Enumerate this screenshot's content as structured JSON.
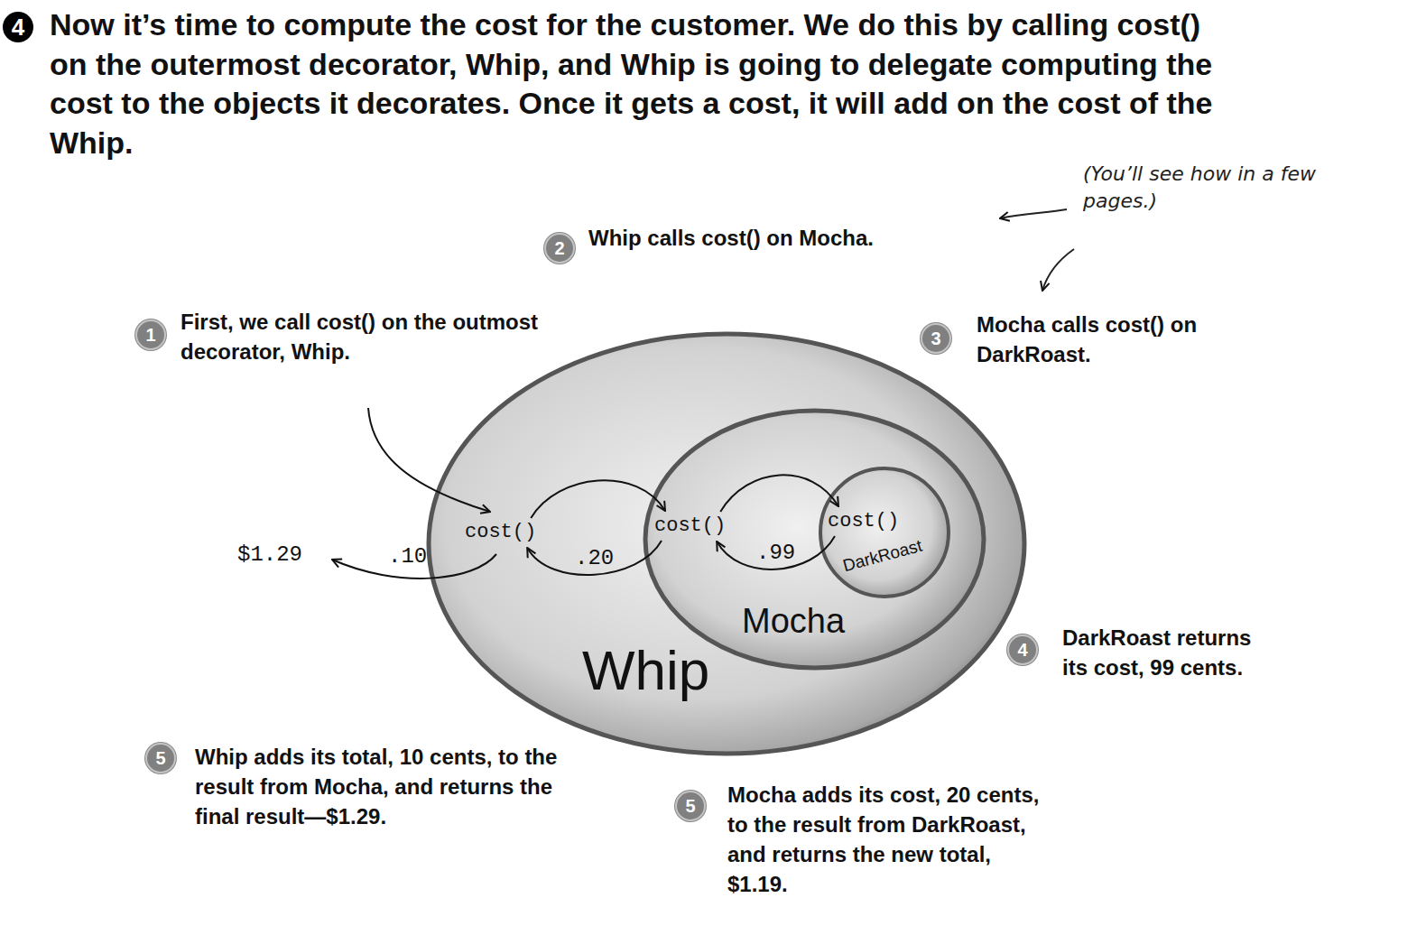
{
  "diagram": {
    "title": "Now it’s time to compute the cost for the customer. We do this by calling cost() on the outermost decorator, Whip, and Whip is going to delegate computing the cost to the objects it decorates. Once it gets a cost, it will add on the cost of the Whip.",
    "nodes": [
      {
        "text": [
          "cost()",
          "Whip"
        ]
      },
      {
        "text": [
          "cost()",
          "Mocha"
        ],
        "in": 0
      },
      {
        "text": [
          "cost()",
          "DarkRoast"
        ],
        "in": 1
      }
    ],
    "edges": [
      {
        "from": 0,
        "to": 1,
        "arrow": "to"
      },
      {
        "from": 1,
        "to": 2,
        "arrow": "to"
      },
      {
        "from": 2,
        "to": 1,
        "label": ".99",
        "arrow": "to"
      },
      {
        "from": 1,
        "to": 0,
        "label": ".20",
        "arrow": "to"
      }
    ],
    "labels": [
      "4",
      "1",
      "First, we call cost() on the outmost decorator, Whip.",
      "2",
      "Whip calls cost() on Mocha.",
      "(You’ll see how in a few pages.)",
      "3",
      "Mocha calls cost() on DarkRoast.",
      "4",
      "DarkRoast returns its cost, 99 cents.",
      "$1.29",
      ".10",
      "5",
      "Whip adds its total, 10 cents, to the result from Mocha, and returns the final result—$1.29.",
      "5",
      "Mocha adds its cost, 20 cents, to the result from DarkRoast, and returns the new total, $1.19."
    ]
  }
}
